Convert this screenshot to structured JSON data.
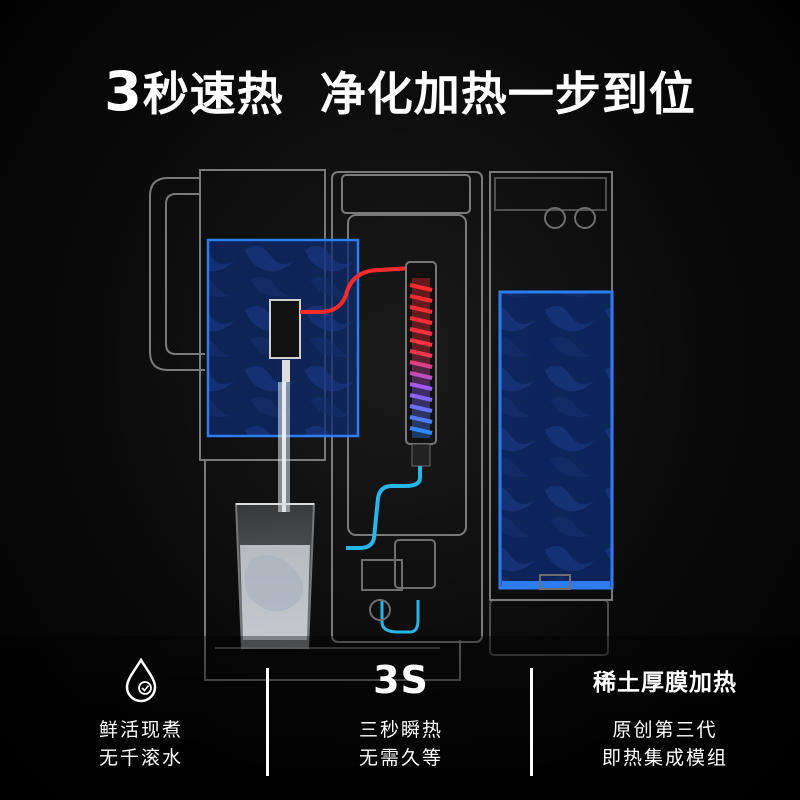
{
  "headline": {
    "num": "3",
    "part1": "秒速热",
    "part2": "净化加热一步到位"
  },
  "features": [
    {
      "icon": "water-drop-check-icon",
      "lines": [
        "鲜活现煮",
        "无千滚水"
      ]
    },
    {
      "title": "3S",
      "lines": [
        "三秒瞬热",
        "无需久等"
      ]
    },
    {
      "title": "稀土厚膜加热",
      "lines": [
        "原创第三代",
        "即热集成模组"
      ]
    }
  ],
  "colors": {
    "water_blue": "#2d7cf0",
    "heater_red": "#ff2a2a",
    "pipe_cyan": "#27b6e8",
    "outline": "#9a9a9a"
  }
}
